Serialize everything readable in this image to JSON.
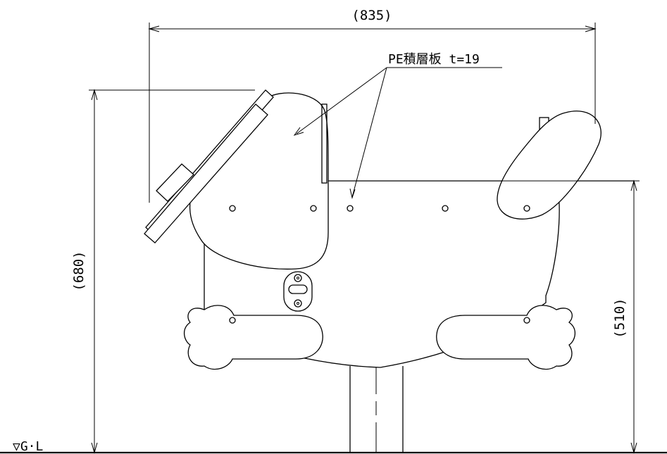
{
  "dimensions": {
    "overall_width": "(835)",
    "overall_height": "(680)",
    "seat_height": "(510)"
  },
  "material_note": "PE積層板 t=19",
  "ground_label": "▽G·L"
}
